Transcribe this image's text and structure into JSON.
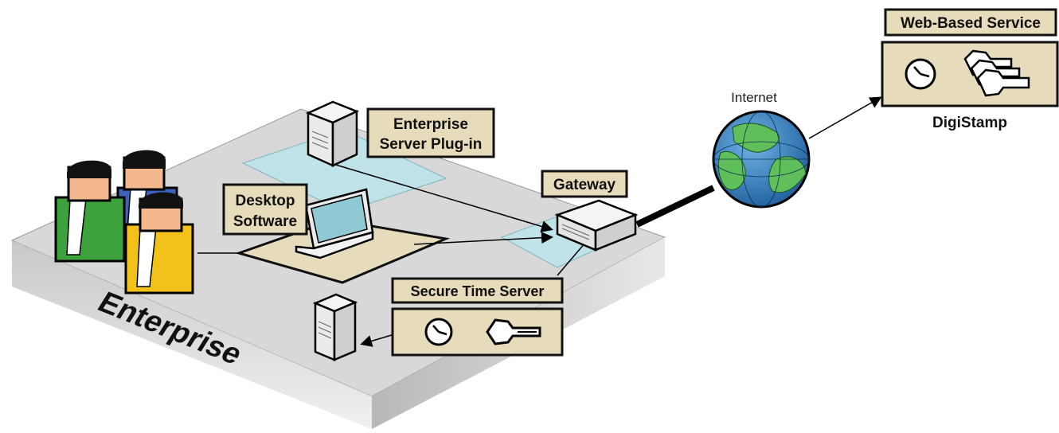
{
  "labels": {
    "enterprise": "Enterprise",
    "enterprise_server_plugin": [
      "Enterprise",
      "Server Plug-in"
    ],
    "desktop_software": [
      "Desktop",
      "Software"
    ],
    "gateway": "Gateway",
    "secure_time_server": "Secure Time Server",
    "internet": "Internet",
    "web_based_service": "Web-Based Service",
    "digistamp": "DigiStamp"
  },
  "colors": {
    "platform_top": "#dcdcdc",
    "platform_side": "#bdbdbd",
    "label_fill": "#e6dcbc",
    "zone_fill": "#bfe3e8",
    "globe_water": "#2f7fc0",
    "globe_land": "#5fbf5a",
    "person_green": "#3ea23c",
    "person_blue": "#3b62b8",
    "person_yellow": "#f2c21a"
  }
}
